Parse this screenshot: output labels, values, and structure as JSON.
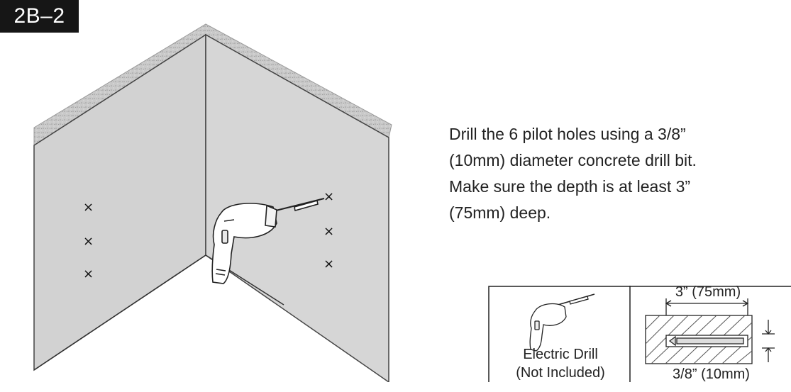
{
  "step": {
    "label": "2B–2"
  },
  "instructions": {
    "lines": [
      "Drill the 6 pilot holes using a 3/8”",
      "(10mm) diameter concrete drill bit.",
      "Make sure the depth is at least 3”",
      "(75mm) deep."
    ]
  },
  "tool": {
    "name": "Electric Drill",
    "note": "(Not Included)"
  },
  "dimensions": {
    "depth": "3” (75mm)",
    "diameter": "3/8” (10mm)"
  },
  "marks": {
    "symbol": "×",
    "count": 6
  },
  "colors": {
    "wall": "#d2d2d2",
    "ceiling": "#c7c7c7",
    "badge": "#161616",
    "line": "#222222"
  }
}
